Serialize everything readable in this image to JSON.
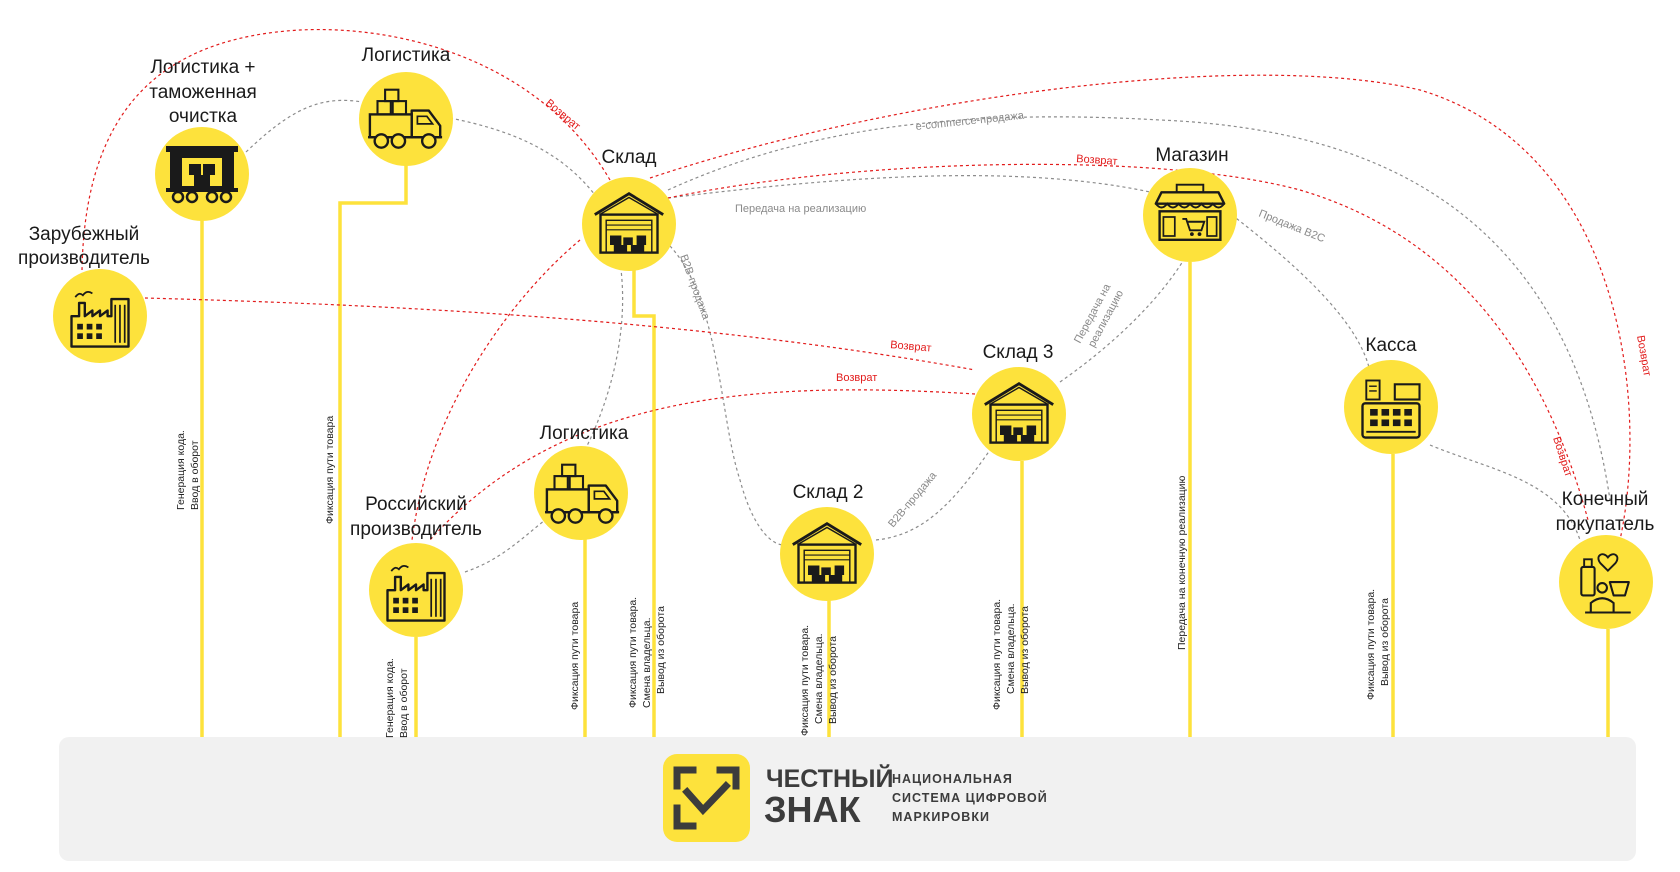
{
  "nodes": {
    "foreign_manufacturer": {
      "label": [
        "Зарубежный",
        "производитель"
      ],
      "icon": "factory-icon"
    },
    "customs_logistics": {
      "label": [
        "Логистика +",
        "таможенная",
        "очистка"
      ],
      "icon": "rail-wagon-icon"
    },
    "logistics_1": {
      "label": [
        "Логистика"
      ],
      "icon": "truck-icon"
    },
    "warehouse": {
      "label": [
        "Склад"
      ],
      "icon": "warehouse-icon"
    },
    "store": {
      "label": [
        "Магазин"
      ],
      "icon": "store-icon"
    },
    "warehouse_3": {
      "label": [
        "Склад 3"
      ],
      "icon": "warehouse-icon"
    },
    "cashier": {
      "label": [
        "Касса"
      ],
      "icon": "cash-register-icon"
    },
    "logistics_2": {
      "label": [
        "Логистика"
      ],
      "icon": "truck-icon"
    },
    "russian_manufacturer": {
      "label": [
        "Российский",
        "производитель"
      ],
      "icon": "factory-icon"
    },
    "warehouse_2": {
      "label": [
        "Склад 2"
      ],
      "icon": "warehouse-icon"
    },
    "end_customer": {
      "label": [
        "Конечный",
        "покупатель"
      ],
      "icon": "customer-icon"
    }
  },
  "edge_labels": {
    "ecommerce": "e-commerce-продажа",
    "return": "Возврат",
    "consignment": "Передача на реализацию",
    "b2c": "Продажа B2C",
    "b2b": "B2B-продажа",
    "consignment_split": [
      "Передача на",
      "реализацию"
    ]
  },
  "stem_labels": {
    "foreign_manufacturer": [
      "Генерация кода.",
      "Ввод в оборот"
    ],
    "logistics_1": [
      "Фиксация пути товара"
    ],
    "russian_manufacturer": [
      "Генерация кода.",
      "Ввод в оборот"
    ],
    "logistics_2": [
      "Фиксация пути товара"
    ],
    "warehouse": [
      "Фиксация пути товара.",
      "Смена владельца.",
      "Вывод из оборота"
    ],
    "warehouse_2": [
      "Фиксация пути товара.",
      "Смена владельца.",
      "Вывод из оборота"
    ],
    "warehouse_3": [
      "Фиксация пути товара.",
      "Смена владельца.",
      "Вывод из оборота"
    ],
    "store": [
      "Передача на конечную реализацию"
    ],
    "cashier": [
      "Фиксация пути товара.",
      "Вывод из оборота"
    ]
  },
  "logo": {
    "line1": "ЧЕСТНЫЙ",
    "line2": "ЗНАК",
    "sub": [
      "НАЦИОНАЛЬНАЯ",
      "СИСТЕМА ЦИФРОВОЙ",
      "МАРКИРОВКИ"
    ]
  },
  "colors": {
    "accent_yellow": "#fde23c",
    "return_red": "#e21b1b",
    "flow_gray": "#8c8c8c",
    "panel_gray": "#f1f1f1",
    "icon_dark": "#1a1a1a"
  }
}
